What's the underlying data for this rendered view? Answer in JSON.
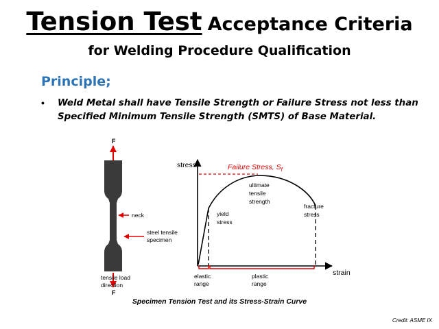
{
  "title": {
    "main": "Tension Test",
    "rest": "Acceptance Criteria",
    "subtitle": "for Welding Procedure Qualification"
  },
  "principle": {
    "heading": "Principle;",
    "bullet_symbol": "•",
    "statement_line1": "Weld Metal shall have Tensile Strength or Failure Stress not less than",
    "statement_line2": "Specified Minimum Tensile Strength (SMTS) of Base Material."
  },
  "specimen": {
    "force_top": "F",
    "force_bottom": "F",
    "neck_label": "neck",
    "specimen_label_line1": "steel tensile",
    "specimen_label_line2": "specimen",
    "load_label_line1": "tensile load",
    "load_label_line2": "direction"
  },
  "curve": {
    "y_axis_label": "stress",
    "x_axis_label": "strain",
    "failure_stress_label": "Failure Stress, S",
    "failure_stress_subscript": "f",
    "uts_label_line1": "ultimate",
    "uts_label_line2": "tensile",
    "uts_label_line3": "strength",
    "yield_label_line1": "yield",
    "yield_label_line2": "stress",
    "fracture_label_line1": "fracture",
    "fracture_label_line2": "stress",
    "elastic_label_line1": "elastic",
    "elastic_label_line2": "range",
    "plastic_label_line1": "plastic",
    "plastic_label_line2": "range"
  },
  "caption": "Specimen Tension Test and its Stress-Strain Curve",
  "credit": "Credit: ASME IX",
  "colors": {
    "principle_blue": "#2e74b5",
    "arrow_red": "#e00000",
    "specimen_gray": "#3a3a3a"
  }
}
